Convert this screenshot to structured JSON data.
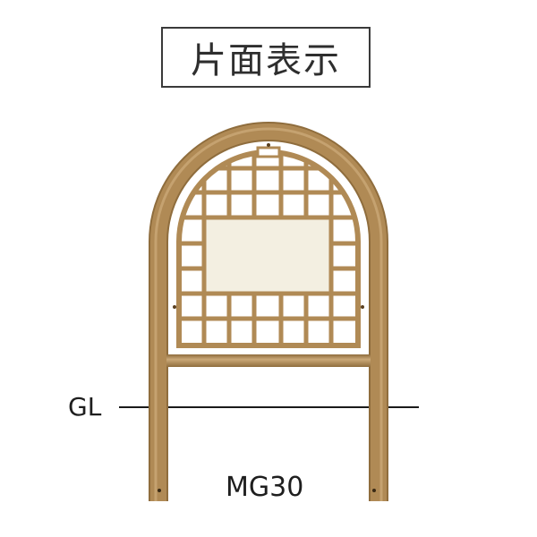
{
  "title": "片面表示",
  "labels": {
    "ground_level": "GL",
    "model": "MG30"
  },
  "colors": {
    "frame": "#b08a55",
    "frame_light": "#caa877",
    "frame_dark": "#8f6d3d",
    "panel": "#f3efe1",
    "line": "#1a1a1a",
    "border": "#3a3a3a"
  },
  "product": {
    "description": "Arch-shaped bollard sign frame with lattice grid and blank display panel (single-sided)"
  }
}
